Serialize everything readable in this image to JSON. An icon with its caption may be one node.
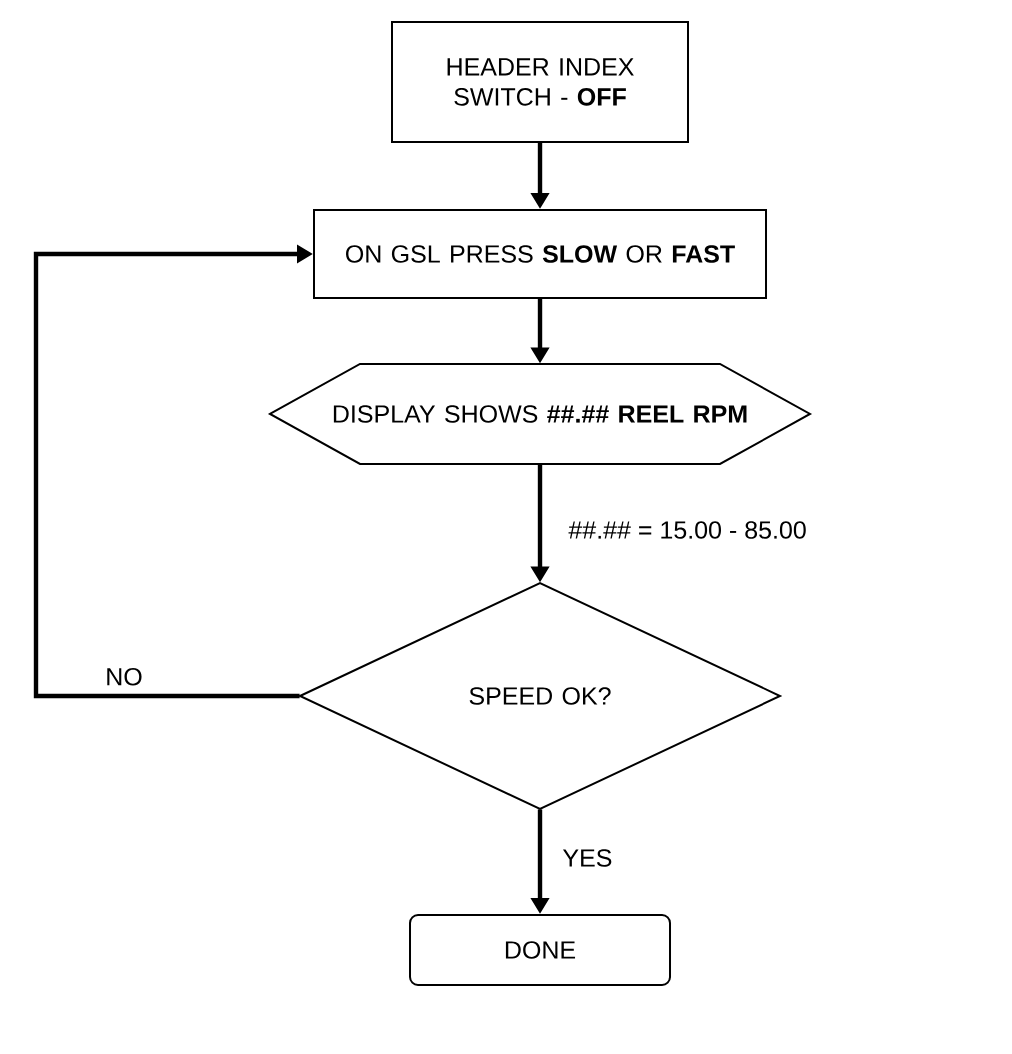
{
  "diagram": {
    "nodes": [
      {
        "text": [
          "HEADER INDEX SWITCH - **OFF**"
        ]
      },
      {
        "text": [
          "ON GSL PRESS **SLOW** OR **FAST**"
        ]
      },
      {
        "text": [
          "DISPLAY SHOWS **##.## REEL RPM**"
        ]
      },
      {
        "text": [
          "SPEED OK?"
        ]
      },
      {
        "text": [
          "DONE"
        ]
      }
    ],
    "edges": [
      {
        "from": 0,
        "to": 1,
        "arrow": "to"
      },
      {
        "from": 1,
        "to": 2,
        "arrow": "to"
      },
      {
        "from": 2,
        "to": 3,
        "arrow": "to",
        "label": "##.## = 15.00 - 85.00"
      },
      {
        "from": 3,
        "to": 1,
        "arrow": "to",
        "label": "NO"
      },
      {
        "from": 3,
        "to": 4,
        "arrow": "to",
        "label": "YES"
      }
    ]
  }
}
